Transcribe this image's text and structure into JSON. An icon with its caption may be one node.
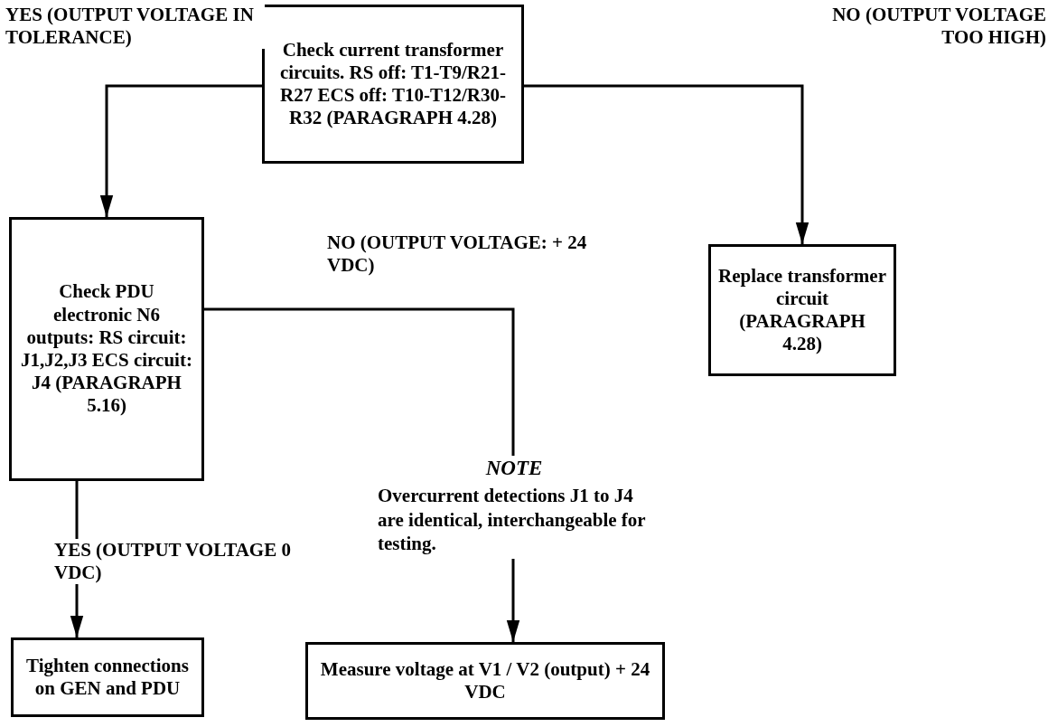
{
  "diagram": {
    "nodes": [
      {
        "text": [
          "Check current transformer circuits. RS off: T1-T9/R21-R27 ECS off: T10-T12/R30-R32 (PARAGRAPH 4.28)"
        ]
      },
      {
        "text": [
          "Check PDU electronic N6 outputs: RS circuit: J1,J2,J3 ECS circuit: J4 (PARAGRAPH 5.16)"
        ]
      },
      {
        "text": [
          "Replace transformer circuit (PARAGRAPH 4.28)"
        ]
      },
      {
        "text": [
          "Tighten connections on GEN and PDU"
        ]
      },
      {
        "text": [
          "Measure voltage at V1 / V2 (output) + 24 VDC"
        ]
      },
      {
        "text": [
          "NOTE",
          "Overcurrent detections J1 to J4 are identical, interchangeable for testing."
        ]
      }
    ],
    "edges": [
      {
        "from": 0,
        "to": 1,
        "arrow": "to",
        "label": "YES (OUTPUT VOLTAGE IN TOLERANCE)"
      },
      {
        "from": 0,
        "to": 2,
        "arrow": "to",
        "label": "NO (OUTPUT VOLTAGE TOO HIGH)"
      },
      {
        "from": 1,
        "to": 3,
        "arrow": "to",
        "label": "YES (OUTPUT VOLTAGE 0 VDC)"
      },
      {
        "from": 1,
        "to": 5,
        "arrow": "none",
        "label": "NO (OUTPUT VOLTAGE: + 24 VDC)"
      },
      {
        "from": 5,
        "to": 4,
        "arrow": "to"
      }
    ]
  }
}
